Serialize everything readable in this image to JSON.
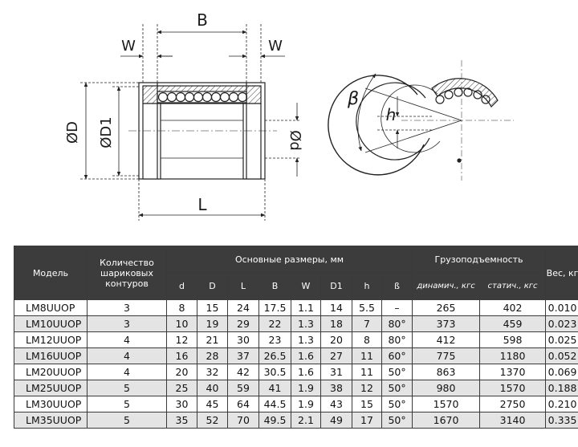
{
  "drawing": {
    "labels": {
      "B": "B",
      "W_left": "W",
      "W_right": "W",
      "D": "ØD",
      "D1": "ØD1",
      "d": "Ød",
      "L": "L",
      "beta": "β",
      "h": "h"
    }
  },
  "table": {
    "headers": {
      "model": "Модель",
      "circuits": "Количество шариковых контуров",
      "dimensions": "Основные размеры, мм",
      "load": "Грузоподъемность",
      "weight": "Вес, кг",
      "sub": [
        "d",
        "D",
        "L",
        "B",
        "W",
        "D1",
        "h",
        "ß"
      ],
      "dynamic": "динамич., кгс",
      "static": "статич., кгс"
    },
    "rows": [
      [
        "LM8UUOP",
        "3",
        "8",
        "15",
        "24",
        "17.5",
        "1.1",
        "14",
        "5.5",
        "–",
        "265",
        "402",
        "0.010"
      ],
      [
        "LM10UUOP",
        "3",
        "10",
        "19",
        "29",
        "22",
        "1.3",
        "18",
        "7",
        "80°",
        "373",
        "459",
        "0.023"
      ],
      [
        "LM12UUOP",
        "4",
        "12",
        "21",
        "30",
        "23",
        "1.3",
        "20",
        "8",
        "80°",
        "412",
        "598",
        "0.025"
      ],
      [
        "LM16UUOP",
        "4",
        "16",
        "28",
        "37",
        "26.5",
        "1.6",
        "27",
        "11",
        "60°",
        "775",
        "1180",
        "0.052"
      ],
      [
        "LM20UUOP",
        "4",
        "20",
        "32",
        "42",
        "30.5",
        "1.6",
        "31",
        "11",
        "50°",
        "863",
        "1370",
        "0.069"
      ],
      [
        "LM25UUOP",
        "5",
        "25",
        "40",
        "59",
        "41",
        "1.9",
        "38",
        "12",
        "50°",
        "980",
        "1570",
        "0.188"
      ],
      [
        "LM30UUOP",
        "5",
        "30",
        "45",
        "64",
        "44.5",
        "1.9",
        "43",
        "15",
        "50°",
        "1570",
        "2750",
        "0.210"
      ],
      [
        "LM35UUOP",
        "5",
        "35",
        "52",
        "70",
        "49.5",
        "2.1",
        "49",
        "17",
        "50°",
        "1670",
        "3140",
        "0.335"
      ]
    ]
  }
}
